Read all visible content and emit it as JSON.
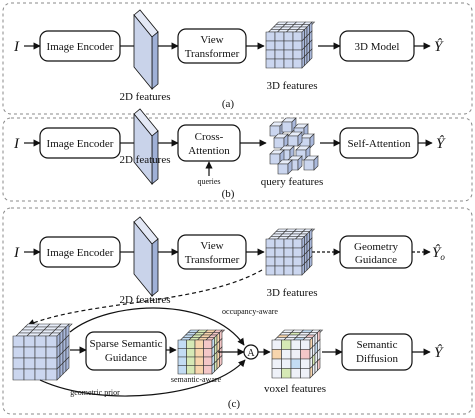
{
  "panel_a": {
    "input": "I",
    "image_encoder": "Image Encoder",
    "features_2d": "2D features",
    "view_transformer": [
      "View",
      "Transformer"
    ],
    "features_3d": "3D features",
    "model_3d": "3D Model",
    "output": "Ŷ",
    "caption": "(a)"
  },
  "panel_b": {
    "input": "I",
    "image_encoder": "Image Encoder",
    "features_2d": "2D features",
    "cross_attention": [
      "Cross-",
      "Attention"
    ],
    "queries": "queries",
    "query_features": "query features",
    "self_attention": "Self-Attention",
    "output": "Ŷ",
    "caption": "(b)"
  },
  "panel_c": {
    "input": "I",
    "image_encoder": "Image Encoder",
    "features_2d": "2D features",
    "view_transformer": [
      "View",
      "Transformer"
    ],
    "features_3d": "3D features",
    "geometry_guidance": [
      "Geometry",
      "Guidance"
    ],
    "output_o": "Ŷ",
    "output_o_sub": "o",
    "sparse_semantic_guidance": [
      "Sparse Semantic",
      "Guidance"
    ],
    "occupancy_aware": "occupancy-aware",
    "semantic_aware": "semantic-aware",
    "aggregate": "A",
    "geometric_prior": "geometric prior",
    "voxel_features": "voxel features",
    "semantic_diffusion": [
      "Semantic",
      "Diffusion"
    ],
    "output": "Ŷ",
    "caption": "(c)"
  },
  "colors": {
    "plane_fill": "#c9d3ea",
    "cube_front": "#cbd6ef",
    "cube_top": "#e7edf9",
    "cube_side": "#aab9dc",
    "voxel_pink": "#f4c7c7",
    "voxel_orange": "#f7d5ad",
    "voxel_green": "#d6e9b5",
    "voxel_blue": "#c3dcf3"
  }
}
